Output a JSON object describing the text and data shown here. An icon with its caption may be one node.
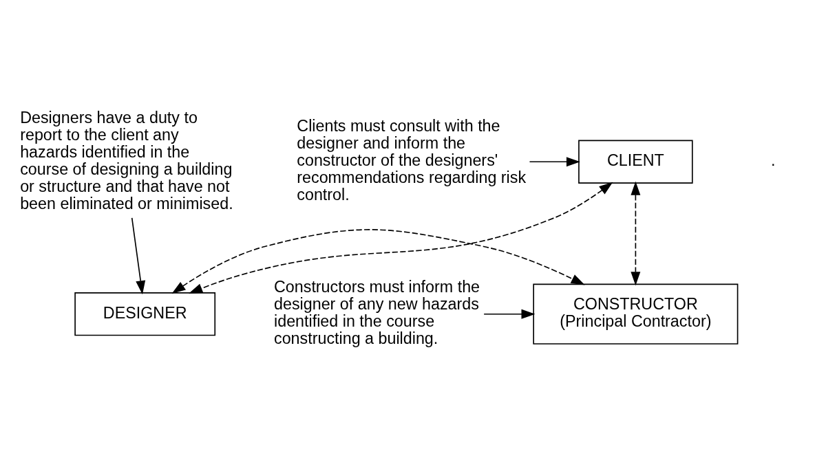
{
  "diagram": {
    "nodes": [
      {
        "text": [
          "CLIENT"
        ]
      },
      {
        "text": [
          "DESIGNER"
        ]
      },
      {
        "text": [
          "CONSTRUCTOR",
          "(Principal Contractor)"
        ]
      },
      {
        "text": [
          "Clients must consult with the designer and inform the constructor of the designers' recommendations regarding risk control."
        ]
      },
      {
        "text": [
          "Constructors must inform the designer of any new hazards identified in the course constructing a building."
        ]
      },
      {
        "text": [
          "Designers have a duty to report to the client any hazards identified in the course of designing a building or structure and that have not been eliminated or minimised."
        ]
      }
    ],
    "edges": [
      {
        "from": 0,
        "to": 1,
        "arrow": "both",
        "style": "dashed"
      },
      {
        "from": 0,
        "to": 2,
        "arrow": "both",
        "style": "dashed"
      },
      {
        "from": 1,
        "to": 2,
        "arrow": "both",
        "style": "dashed"
      },
      {
        "from": 3,
        "to": 0,
        "arrow": "to"
      },
      {
        "from": 4,
        "to": 2,
        "arrow": "to"
      },
      {
        "from": 5,
        "to": 1,
        "arrow": "to"
      }
    ],
    "labels": [
      "."
    ]
  }
}
